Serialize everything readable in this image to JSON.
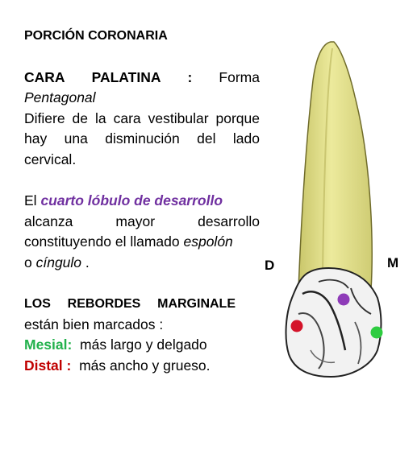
{
  "title": "PORCIÓN CORONARIA",
  "cara_palatina": {
    "label": "CARA",
    "label2": "PALATINA",
    "colon": ":",
    "forma": "Forma",
    "shape": "Pentagonal",
    "line1": "Difiere de la cara vestibular porque hay una disminución del lado cervical."
  },
  "lobulo": {
    "el": "El",
    "highlight": "cuarto lóbulo de desarrollo",
    "w1": "alcanza",
    "w2": "mayor",
    "w3": "desarrollo",
    "line3a": "constituyendo el llamado ",
    "espolon": "espolón",
    "line4a": "o ",
    "cingulo": "cíngulo",
    "line4b": " ."
  },
  "rebordes": {
    "w1": "LOS",
    "w2": "REBORDES",
    "w3": "MARGINALE",
    "line2": "están bien marcados :",
    "mesial_label": "Mesial:",
    "mesial_text": "  más largo y delgado",
    "distal_label": "Distal :",
    "distal_text": "  más ancho y grueso."
  },
  "labels": {
    "distal": "D",
    "mesial": "M"
  },
  "colors": {
    "purple": "#7030a0",
    "green": "#22b14c",
    "red": "#c00000",
    "root": "#e0de8f",
    "dot_purple": "#8e3bb8",
    "dot_red": "#d4142a",
    "dot_green": "#2ecc40"
  }
}
